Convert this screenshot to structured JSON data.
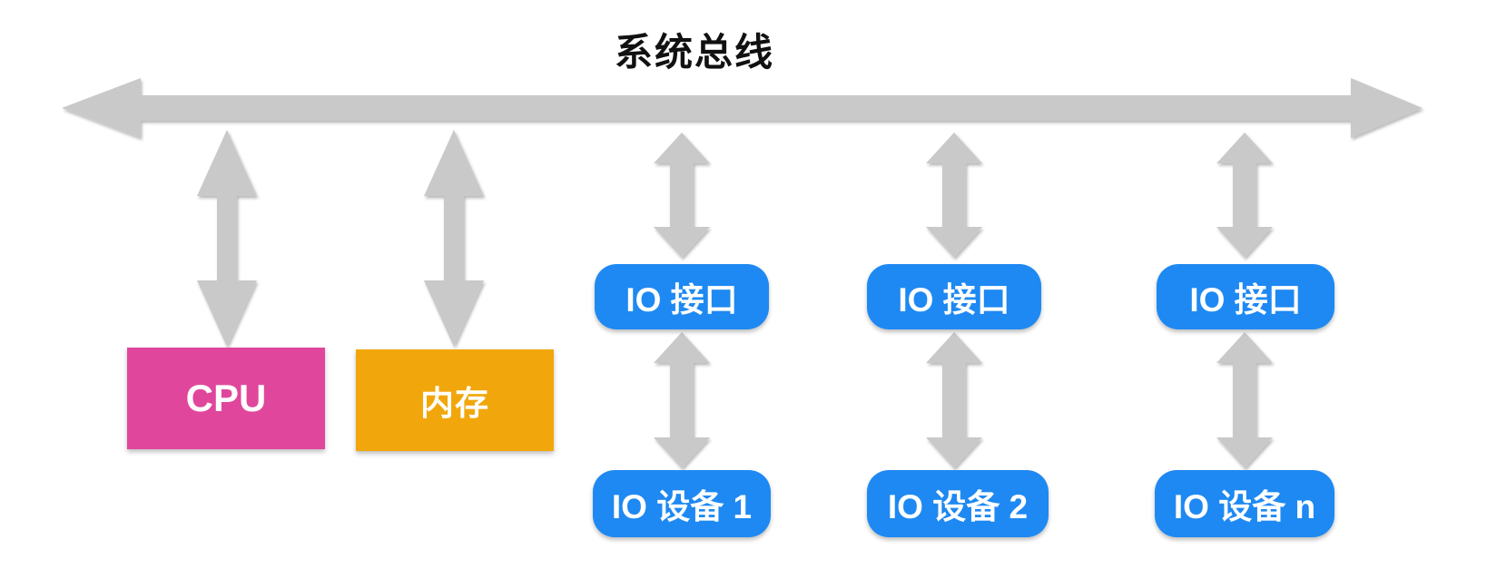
{
  "title": "系统总线",
  "colors": {
    "cpu": "#e0479c",
    "memory": "#f1a70c",
    "io": "#1e89f2",
    "bus": "#c9c9c9",
    "title_text": "#111111",
    "box_text": "#ffffff"
  },
  "nodes": {
    "cpu": {
      "label": "CPU"
    },
    "memory": {
      "label": "内存"
    },
    "io_columns": [
      {
        "interface_label": "IO 接口",
        "device_label": "IO 设备 1"
      },
      {
        "interface_label": "IO 接口",
        "device_label": "IO 设备 2"
      },
      {
        "interface_label": "IO 接口",
        "device_label": "IO 设备 n"
      }
    ]
  }
}
